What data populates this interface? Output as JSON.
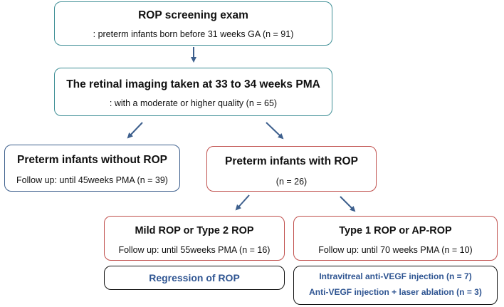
{
  "nodes": {
    "screening": {
      "title": "ROP screening exam",
      "sub": ": preterm infants born before 31 weeks GA (n = 91)"
    },
    "imaging": {
      "title": "The retinal imaging taken at 33 to 34 weeks PMA",
      "sub": ": with a moderate or higher quality (n = 65)"
    },
    "without_rop": {
      "title": "Preterm infants without ROP",
      "sub": "Follow up: until 45weeks PMA (n = 39)"
    },
    "with_rop": {
      "title": "Preterm infants with ROP",
      "sub": "(n = 26)"
    },
    "mild": {
      "title": "Mild ROP or Type 2 ROP",
      "sub": "Follow up: until 55weeks PMA (n = 16)"
    },
    "type1": {
      "title": "Type 1 ROP or AP-ROP",
      "sub": "Follow up: until 70 weeks PMA (n = 10)"
    },
    "regression": {
      "label": "Regression of ROP"
    },
    "treatment": {
      "line1": "Intravitreal anti-VEGF injection (n = 7)",
      "line2": "Anti-VEGF injection + laser ablation (n = 3)"
    }
  },
  "colors": {
    "teal_border": "#3f8f96",
    "blue_border": "#3d5f8d",
    "red_border": "#c0504d",
    "arrow": "#3d5f8d",
    "outcome_text": "#2f5592"
  }
}
